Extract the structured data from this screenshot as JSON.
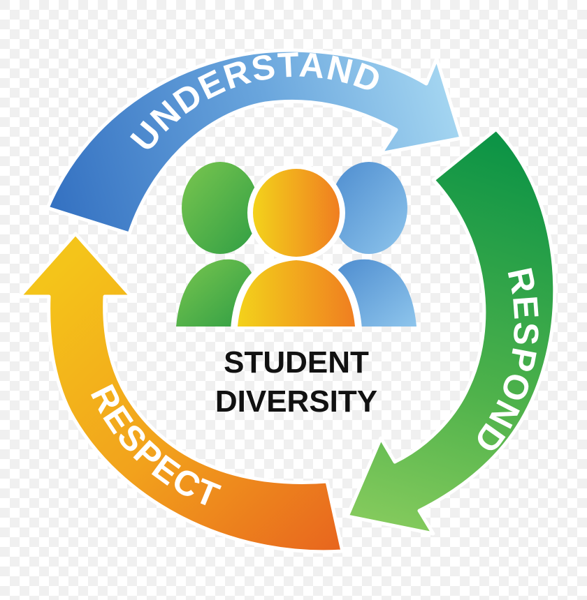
{
  "diagram": {
    "cycle_labels": {
      "understand": "UNDERSTAND",
      "respond": "RESPOND",
      "respect": "RESPECT"
    },
    "center": {
      "line1": "STUDENT",
      "line2": "DIVERSITY"
    },
    "colors": {
      "understand_start": "#3d7dc6",
      "understand_end": "#9fd2f0",
      "respond_start": "#0f9a48",
      "respond_end": "#7ec95a",
      "respect_start": "#f2c21b",
      "respect_end": "#ea6a1d",
      "figure_green": "#52b848",
      "figure_orange": "#f39c1e",
      "figure_blue": "#5f9fd8"
    }
  }
}
